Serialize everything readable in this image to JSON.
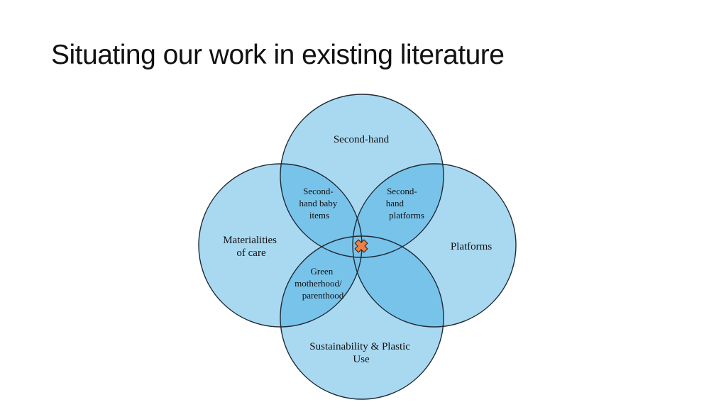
{
  "slide": {
    "title": "Situating our work in existing literature"
  },
  "diagram": {
    "fill_color": "#a9d9f1",
    "overlap_color": "#78c3ea",
    "stroke_color": "#1f2b38",
    "marker_color": "#f07f43",
    "circles": {
      "top": [
        "Second-hand"
      ],
      "left": [
        "Materialities",
        "of care"
      ],
      "right": [
        "Platforms"
      ],
      "bottom": [
        "Sustainability & Plastic",
        "Use"
      ]
    },
    "intersections": {
      "top_left": [
        "Second-",
        "hand baby",
        "items"
      ],
      "top_right": [
        "Second-",
        "hand",
        "platforms"
      ],
      "bottom_left": [
        "Green",
        "motherhood/",
        "parenthood"
      ]
    },
    "center_marker": "cross-marker-icon"
  }
}
